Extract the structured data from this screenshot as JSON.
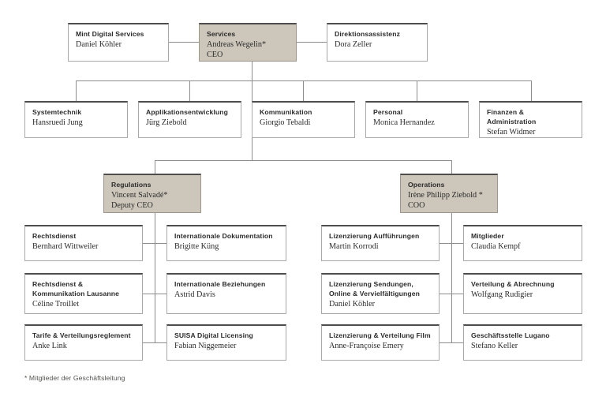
{
  "chart": {
    "type": "org-chart",
    "footnote": "* Mitglieder der Geschäftsleitung",
    "accent_color": "#cdc6ba",
    "line_color": "#8d8d8d",
    "text_color": "#2b2b2b"
  },
  "row_top": {
    "left": {
      "title": "Mint Digital Services",
      "person": "Daniel Köhler",
      "role": ""
    },
    "center": {
      "title": "Services",
      "person": "Andreas Wegelin*",
      "role": "CEO"
    },
    "right": {
      "title": "Direktionsassistenz",
      "person": "Dora Zeller",
      "role": ""
    }
  },
  "row_departments": [
    {
      "title": "Systemtechnik",
      "person": "Hansruedi Jung",
      "role": ""
    },
    {
      "title": "Applikationsentwicklung",
      "person": "Jürg Ziebold",
      "role": ""
    },
    {
      "title": "Kommunikation",
      "person": "Giorgio Tebaldi",
      "role": ""
    },
    {
      "title": "Personal",
      "person": "Monica Hernandez",
      "role": ""
    },
    {
      "title": "Finanzen & Administration",
      "person": "Stefan Widmer",
      "role": ""
    }
  ],
  "row_divisions": [
    {
      "title": "Regulations",
      "person": "Vincent Salvadé*",
      "role": "Deputy CEO"
    },
    {
      "title": "Operations",
      "person": "Irène Philipp Ziebold *",
      "role": "COO"
    }
  ],
  "regulations_left": [
    {
      "title": "Rechtsdienst",
      "person": "Bernhard Wittweiler",
      "role": ""
    },
    {
      "title": "Rechtsdienst &\nKommunikation Lausanne",
      "person": "Céline Troillet",
      "role": ""
    },
    {
      "title": "Tarife & Verteilungsreglement",
      "person": "Anke Link",
      "role": ""
    }
  ],
  "regulations_right": [
    {
      "title": "Internationale Dokumentation",
      "person": "Brigitte Küng",
      "role": ""
    },
    {
      "title": "Internationale Beziehungen",
      "person": "Astrid Davis",
      "role": ""
    },
    {
      "title": "SUISA Digital Licensing",
      "person": "Fabian Niggemeier",
      "role": ""
    }
  ],
  "operations_left": [
    {
      "title": "Lizenzierung Aufführungen",
      "person": "Martin Korrodi",
      "role": ""
    },
    {
      "title": "Lizenzierung Sendungen,\nOnline & Vervielfältigungen",
      "person": "Daniel Köhler",
      "role": ""
    },
    {
      "title": "Lizenzierung & Verteilung Film",
      "person": "Anne-Françoise Emery",
      "role": ""
    }
  ],
  "operations_right": [
    {
      "title": "Mitglieder",
      "person": "Claudia Kempf",
      "role": ""
    },
    {
      "title": "Verteilung & Abrechnung",
      "person": "Wolfgang Rudigier",
      "role": ""
    },
    {
      "title": "Geschäftsstelle Lugano",
      "person": "Stefano Keller",
      "role": ""
    }
  ]
}
